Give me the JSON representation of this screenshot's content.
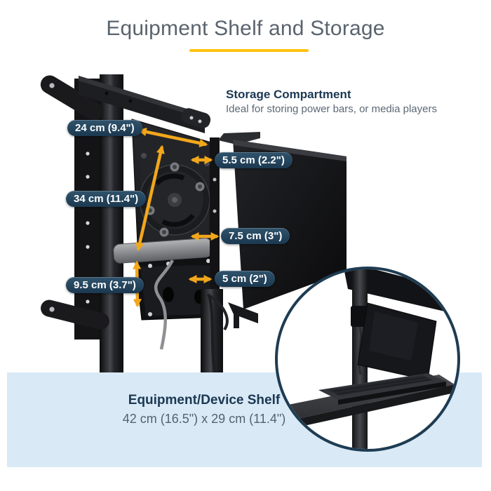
{
  "title": "Equipment Shelf and Storage",
  "storage_callout": {
    "heading": "Storage Compartment",
    "description": "Ideal for storing power bars, or media players"
  },
  "dims": [
    {
      "id": "top-width",
      "label": "24 cm (9.4\")"
    },
    {
      "id": "plate-height",
      "label": "34 cm (11.4\")"
    },
    {
      "id": "lower-depth",
      "label": "9.5 cm (3.7\")"
    },
    {
      "id": "compartment-width",
      "label": "5.5 cm (2.2\")"
    },
    {
      "id": "compartment-depth",
      "label": "7.5 cm (3\")"
    },
    {
      "id": "clearance",
      "label": "5 cm (2\")"
    }
  ],
  "shelf_callout": {
    "heading": "Equipment/Device Shelf",
    "size": "42 cm (16.5\") x 29 cm (11.4\")"
  },
  "colors": {
    "accent_yellow": "#ffc20e",
    "arrow_yellow": "#f2a71b",
    "navy": "#1b3852",
    "pill_top": "#30536c",
    "pill_bottom": "#1b3950",
    "title_gray": "#5a646e",
    "body_gray": "#5b6875",
    "band_blue": "#d9e9f6",
    "circle_border": "#1e3c52"
  }
}
